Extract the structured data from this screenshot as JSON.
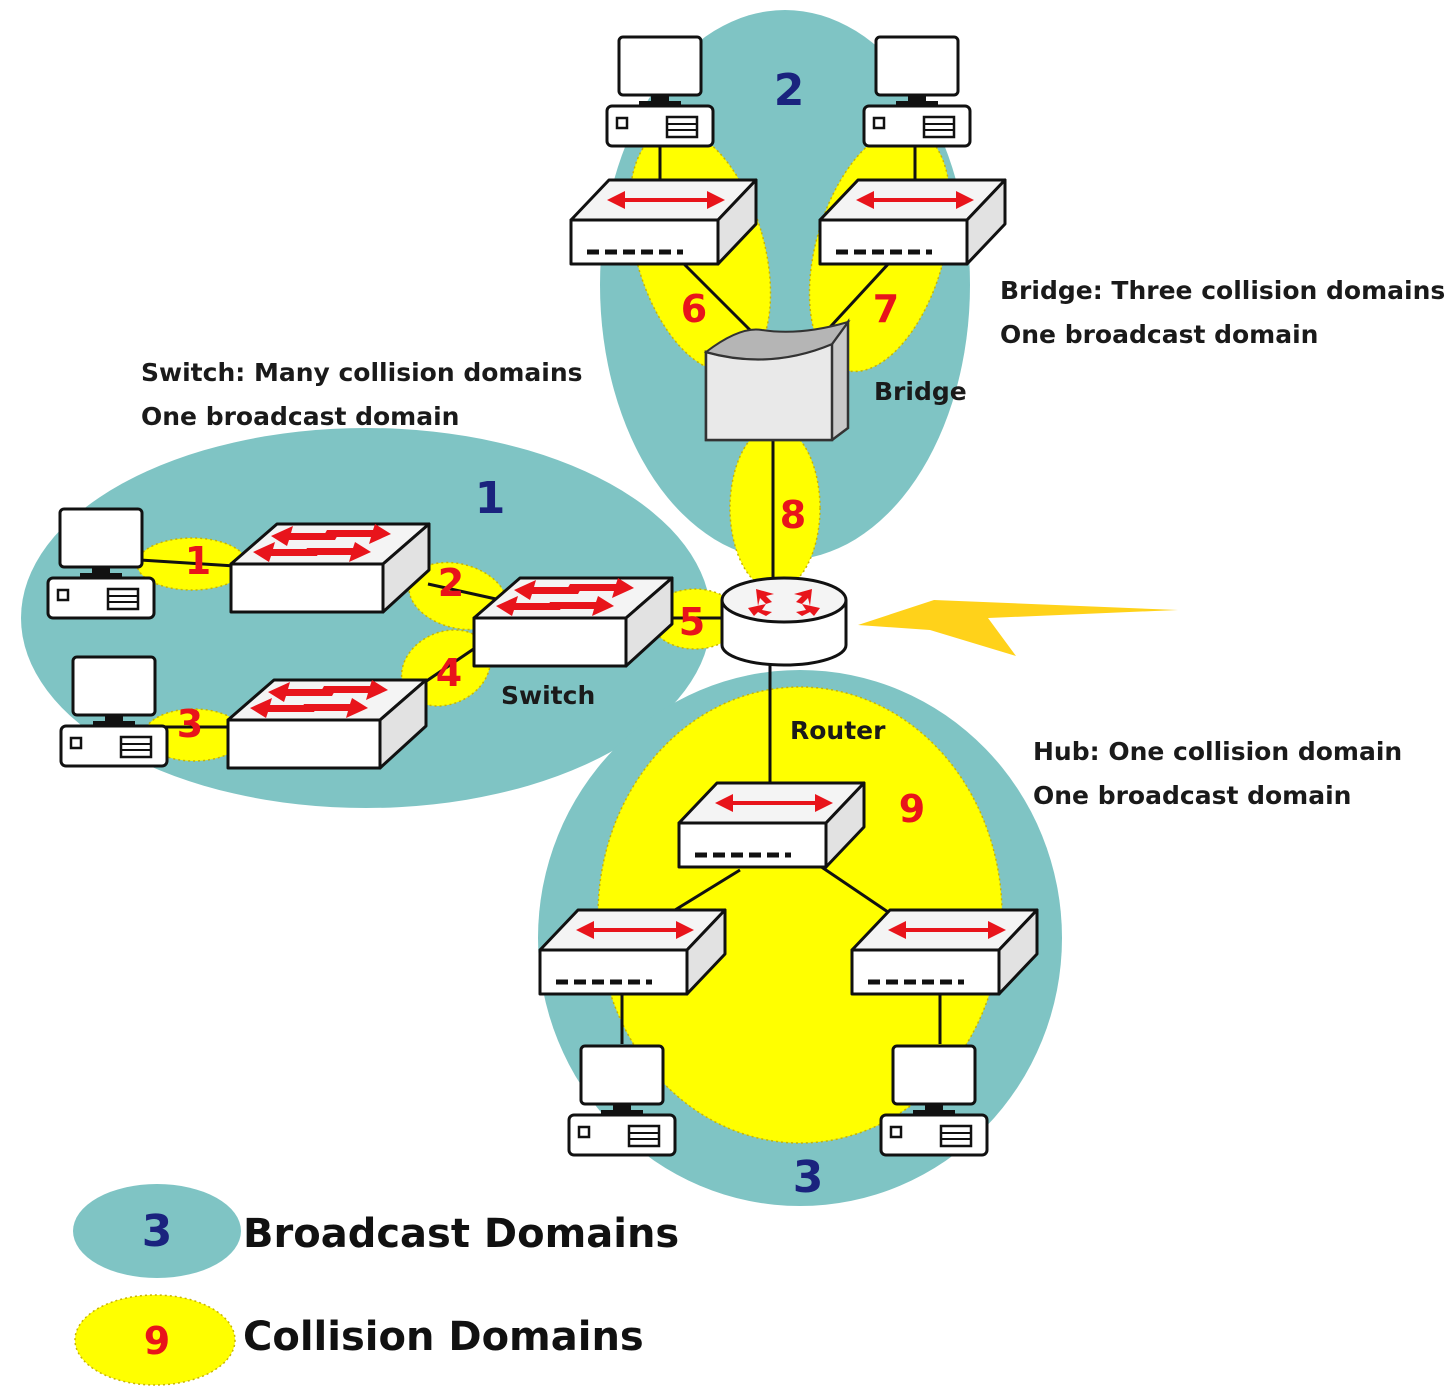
{
  "annotations": {
    "switch_line1": "Switch: Many collision domains",
    "switch_line2": "One broadcast domain",
    "bridge_line1": "Bridge: Three collision domains",
    "bridge_line2": "One broadcast domain",
    "hub_line1": "Hub: One collision domain",
    "hub_line2": "One broadcast domain"
  },
  "device_labels": {
    "bridge": "Bridge",
    "switch": "Switch",
    "router": "Router"
  },
  "broadcast_domains": [
    {
      "number": "1"
    },
    {
      "number": "2"
    },
    {
      "number": "3"
    }
  ],
  "collision_domains": [
    {
      "number": "1"
    },
    {
      "number": "2"
    },
    {
      "number": "3"
    },
    {
      "number": "4"
    },
    {
      "number": "5"
    },
    {
      "number": "6"
    },
    {
      "number": "7"
    },
    {
      "number": "8"
    },
    {
      "number": "9"
    }
  ],
  "legend": {
    "broadcast_count": "3",
    "broadcast_label": "Broadcast Domains",
    "collision_count": "9",
    "collision_label": "Collision Domains"
  },
  "colors": {
    "broadcast_domain": "#7fc4c4",
    "collision_domain": "#ffff00",
    "arrow": "#e8141b",
    "lightning": "#ffd21a",
    "broadcast_number": "#1a237e",
    "collision_number": "#e8141b"
  },
  "icons": [
    "pc-icon",
    "switch-icon",
    "hub-icon",
    "bridge-icon",
    "router-icon",
    "lightning-icon"
  ]
}
